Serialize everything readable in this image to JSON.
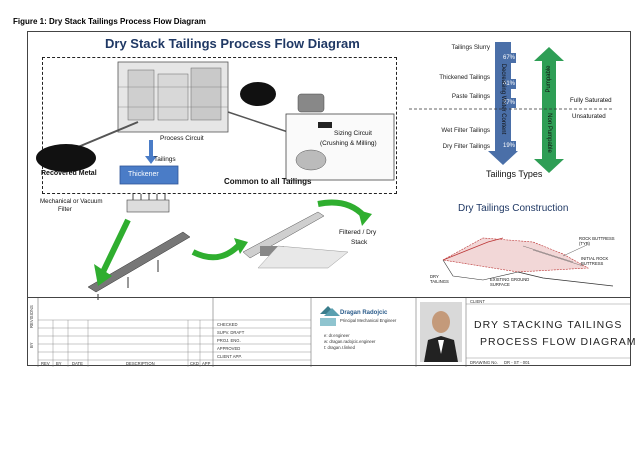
{
  "caption": "Figure 1: Dry Stack Tailings Process Flow Diagram",
  "diagram": {
    "title": "Dry Stack Tailings Process Flow Diagram",
    "labels": {
      "process_circuit": "Process Circuit",
      "sizing_circuit_1": "Sizing Circuit",
      "sizing_circuit_2": "(Crushing & Milling)",
      "tailings": "Tailings",
      "thickener": "Thickener",
      "recovered_metal": "Recovered Metal",
      "common_to_all": "Common to all Tailings",
      "filter_1": "Mechanical or Vacuum",
      "filter_2": "Filter",
      "stack_1": "Filtered / Dry",
      "stack_2": "Stack"
    },
    "tailings_types": {
      "title": "Tailings Types",
      "rows": [
        {
          "label": "Tailings Slurry",
          "pct": "67%"
        },
        {
          "label": "Thickened Tailings",
          "pct": "41%"
        },
        {
          "label": "Paste Tailings",
          "pct": "27%"
        },
        {
          "label": "Wet Filter Tailings",
          "pct": ""
        },
        {
          "label": "Dry Filter Tailings",
          "pct": "19%"
        }
      ],
      "arrow_water": "Decreasing Water Content",
      "arrow_pumpable": "Pumpable",
      "arrow_non_pumpable": "Non Pumpable",
      "fully_saturated": "Fully Saturated",
      "unsaturated": "Unsaturated",
      "colors": {
        "water_arrow": "#4a6fa8",
        "pump_arrow": "#2e9e55"
      }
    },
    "construction": {
      "title": "Dry Tailings Construction",
      "labels": {
        "rock_buttress": "ROCK BUTTRESS (TYP)",
        "initial_rock_buttress": "INITIAL ROCK BUTTRESS",
        "existing_ground": "EXISTING GROUND SURFACE",
        "dry_tailings": "DRY TAILINGS"
      }
    }
  },
  "title_block": {
    "vertical_labels": [
      "REVISIONS",
      "BY"
    ],
    "approval_rows": [
      "CHECKED",
      "SUPV. DRAFT",
      "PROJ. ENG.",
      "APPROVED",
      "CLIENT APP."
    ],
    "footer": [
      "REV",
      "BY",
      "DATE",
      "DESCRIPTION",
      "CKD",
      "APP"
    ],
    "company": "Dragan Radojcic",
    "company_sub": "Principal Mechanical Engineer",
    "contact": [
      "e: dr.engineer",
      "w: dragan.radojcic.engineer",
      "t: dragan.r.linked"
    ],
    "client": "CLIENT",
    "drawing_title_1": "DRY STACKING TAILINGS",
    "drawing_title_2": "PROCESS FLOW DIAGRAM",
    "drawing_no_label": "DRAWING No.",
    "drawing_no": "DR - ST - 001"
  }
}
